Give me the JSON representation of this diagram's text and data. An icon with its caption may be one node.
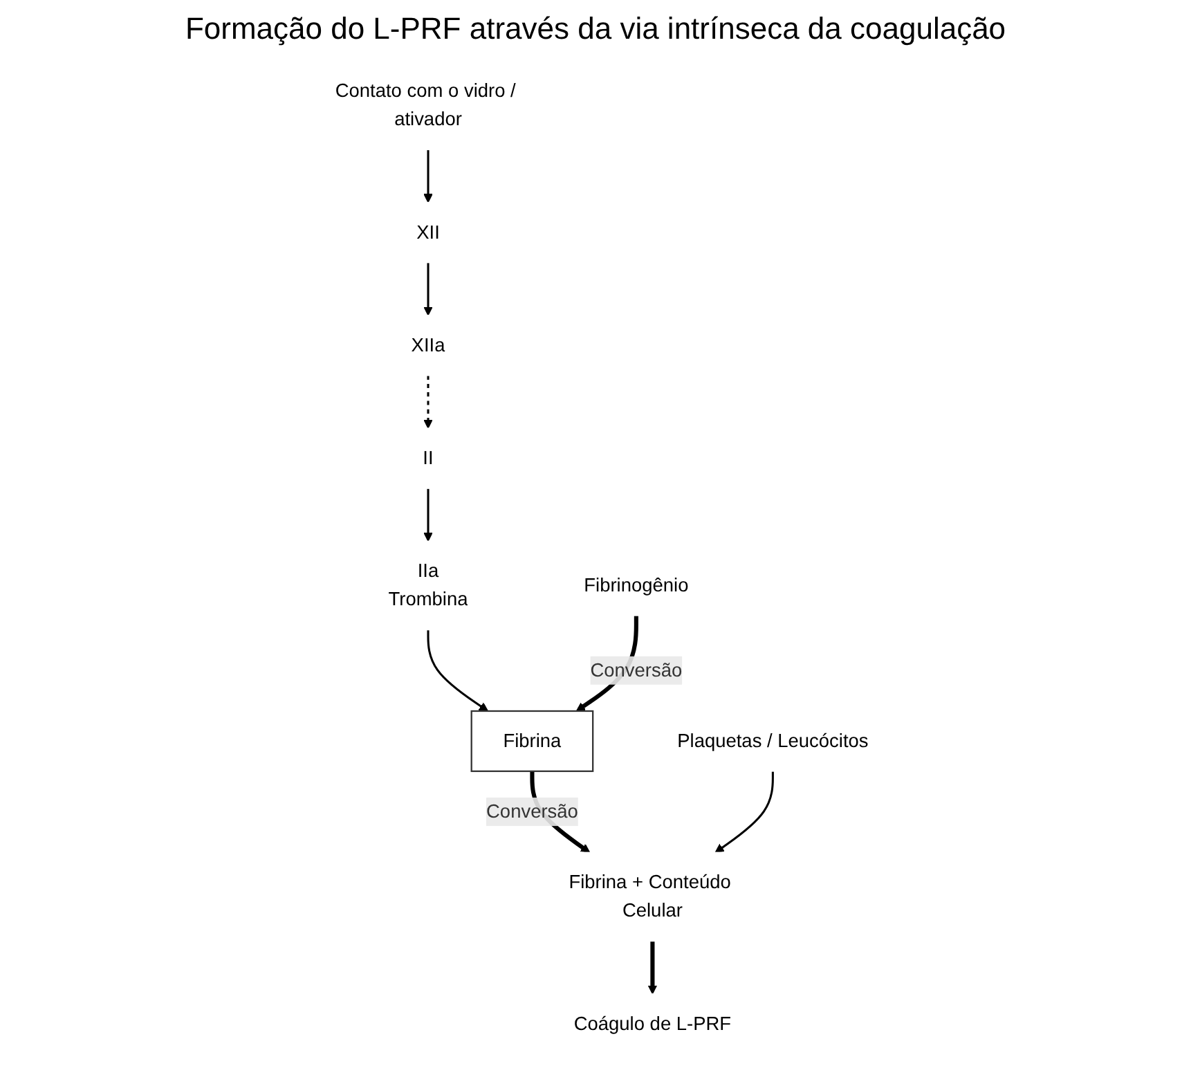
{
  "diagram": {
    "title": "Formação do L-PRF através da via intrínseca da coagulação",
    "nodes": [
      {
        "text": [
          "Contato com o vidro / ativador"
        ]
      },
      {
        "text": [
          "XII"
        ]
      },
      {
        "text": [
          "XIIa"
        ]
      },
      {
        "text": [
          "II"
        ]
      },
      {
        "text": [
          "IIa",
          "Trombina"
        ]
      },
      {
        "text": [
          "Fibrinogênio"
        ]
      },
      {
        "text": [
          "Fibrina"
        ]
      },
      {
        "text": [
          "Plaquetas / Leucócitos"
        ]
      },
      {
        "text": [
          "Fibrina + Conteúdo Celular"
        ]
      },
      {
        "text": [
          "Coágulo de L-PRF"
        ]
      }
    ],
    "edges": [
      {
        "from": 0,
        "to": 1,
        "arrow": "to"
      },
      {
        "from": 1,
        "to": 2,
        "arrow": "to"
      },
      {
        "from": 2,
        "to": 3,
        "arrow": "to",
        "style": "dashed"
      },
      {
        "from": 3,
        "to": 4,
        "arrow": "to"
      },
      {
        "from": 4,
        "to": 6,
        "arrow": "to"
      },
      {
        "from": 5,
        "to": 6,
        "arrow": "to",
        "label": "Conversão",
        "style": "thick"
      },
      {
        "from": 6,
        "to": 8,
        "arrow": "to",
        "label": "Conversão",
        "style": "thick"
      },
      {
        "from": 7,
        "to": 8,
        "arrow": "to"
      },
      {
        "from": 8,
        "to": 9,
        "arrow": "to",
        "style": "thick"
      }
    ]
  }
}
